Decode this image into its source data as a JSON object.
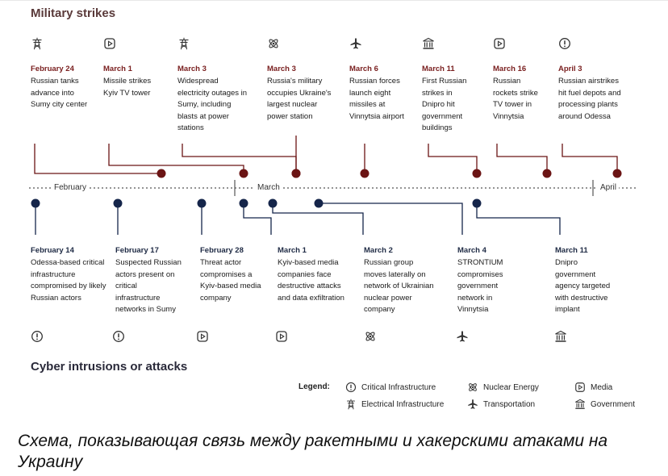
{
  "titles": {
    "military": "Military strikes",
    "cyber": "Cyber intrusions or attacks"
  },
  "months": [
    "February",
    "March",
    "April"
  ],
  "colors": {
    "military": "#6b1414",
    "cyber": "#15254a",
    "axis": "#555555"
  },
  "military": [
    {
      "date": "February 24",
      "desc": "Russian tanks advance into Sumy city center",
      "icon": "electrical-infrastructure-icon"
    },
    {
      "date": "March 1",
      "desc": "Missile strikes Kyiv TV  tower",
      "icon": "media-icon"
    },
    {
      "date": "March 3",
      "desc": "Widespread electricity outages in Sumy, including blasts at power stations",
      "icon": "electrical-infrastructure-icon"
    },
    {
      "date": "March 3",
      "desc": "Russia's military occupies Ukraine's largest nuclear power station",
      "icon": "nuclear-energy-icon"
    },
    {
      "date": "March 6",
      "desc": "Russian forces launch eight missiles at Vinnytsia airport",
      "icon": "transportation-icon"
    },
    {
      "date": "March 11",
      "desc": "First Russian strikes in Dnipro hit government buildings",
      "icon": "government-icon"
    },
    {
      "date": "March 16",
      "desc": "Russian rockets strike TV tower in Vinnytsia",
      "icon": "media-icon"
    },
    {
      "date": "April 3",
      "desc": "Russian airstrikes hit fuel depots and processing plants around Odessa",
      "icon": "critical-infrastructure-icon"
    }
  ],
  "cyber": [
    {
      "date": "February 14",
      "desc": "Odessa-based critical infrastructure compromised by likely Russian actors",
      "icon": "critical-infrastructure-icon"
    },
    {
      "date": "February 17",
      "desc": "Suspected Russian actors present on critical infrastructure networks in Sumy",
      "icon": "critical-infrastructure-icon"
    },
    {
      "date": "February 28",
      "desc": "Threat actor compromises a Kyiv-based media company",
      "icon": "media-icon"
    },
    {
      "date": "March 1",
      "desc": "Kyiv-based media companies face destructive attacks and data exfiltration",
      "icon": "media-icon"
    },
    {
      "date": "March 2",
      "desc": "Russian group moves laterally on network of Ukrainian nuclear power company",
      "icon": "nuclear-energy-icon"
    },
    {
      "date": "March 4",
      "desc": "STRONTIUM compromises government network in Vinnytsia",
      "icon": "transportation-icon"
    },
    {
      "date": "March 11",
      "desc": "Dnipro government agency targeted with destructive implant",
      "icon": "government-icon"
    }
  ],
  "legend": {
    "title": "Legend:",
    "items": [
      {
        "label": "Critical Infrastructure",
        "icon": "critical-infrastructure-icon"
      },
      {
        "label": "Nuclear Energy",
        "icon": "nuclear-energy-icon"
      },
      {
        "label": "Media",
        "icon": "media-icon"
      },
      {
        "label": "Electrical Infrastructure",
        "icon": "electrical-infrastructure-icon"
      },
      {
        "label": "Transportation",
        "icon": "transportation-icon"
      },
      {
        "label": "Government",
        "icon": "government-icon"
      }
    ]
  },
  "caption": "Схема, показывающая связь между ракетными и хакерскими атаками на Украину"
}
